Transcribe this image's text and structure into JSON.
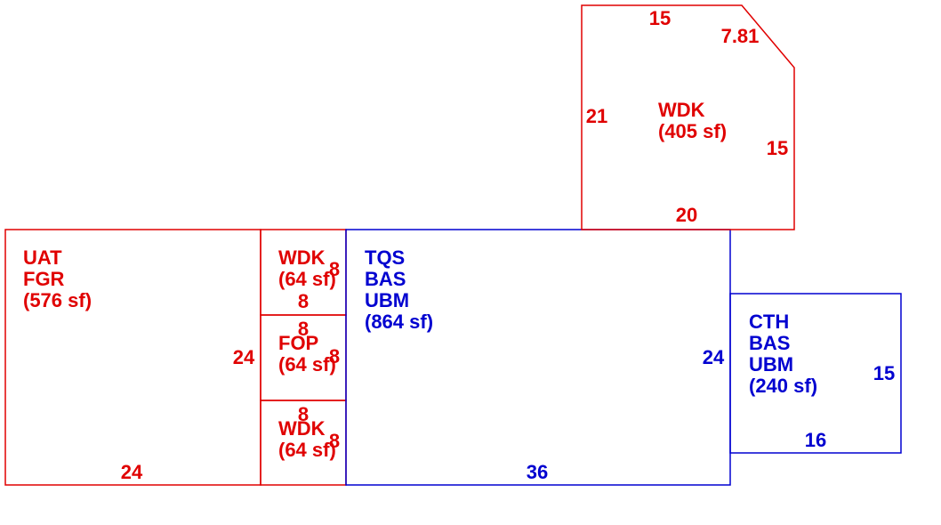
{
  "colors": {
    "red": "#e00000",
    "blue": "#0000d0"
  },
  "areas": [
    {
      "id": "uat",
      "lines": [
        "UAT",
        "FGR",
        "(576 sf)"
      ],
      "color": "red"
    },
    {
      "id": "wdk_top",
      "lines": [
        "WDK",
        "(64 sf)"
      ],
      "color": "red"
    },
    {
      "id": "fop",
      "lines": [
        "FOP",
        "(64 sf)"
      ],
      "color": "red"
    },
    {
      "id": "wdk_bot",
      "lines": [
        "WDK",
        "(64 sf)"
      ],
      "color": "red"
    },
    {
      "id": "tqs",
      "lines": [
        "TQS",
        "BAS",
        "UBM",
        "(864 sf)"
      ],
      "color": "blue"
    },
    {
      "id": "cth",
      "lines": [
        "CTH",
        "BAS",
        "UBM",
        "(240 sf)"
      ],
      "color": "blue"
    },
    {
      "id": "wdk_deck",
      "lines": [
        "WDK",
        "(405 sf)"
      ],
      "color": "red"
    }
  ],
  "dimensions": {
    "uat_right": "24",
    "uat_bottom": "24",
    "wdk_top_right": "8",
    "wdk_top_bottom": "8",
    "fop_top": "8",
    "fop_right": "8",
    "wdk_bot_top": "8",
    "wdk_bot_right": "8",
    "tqs_right": "24",
    "tqs_bottom": "36",
    "cth_right": "15",
    "cth_bottom": "16",
    "deck_top": "15",
    "deck_diag": "7.81",
    "deck_left": "21",
    "deck_right": "15",
    "deck_bottom": "20"
  }
}
